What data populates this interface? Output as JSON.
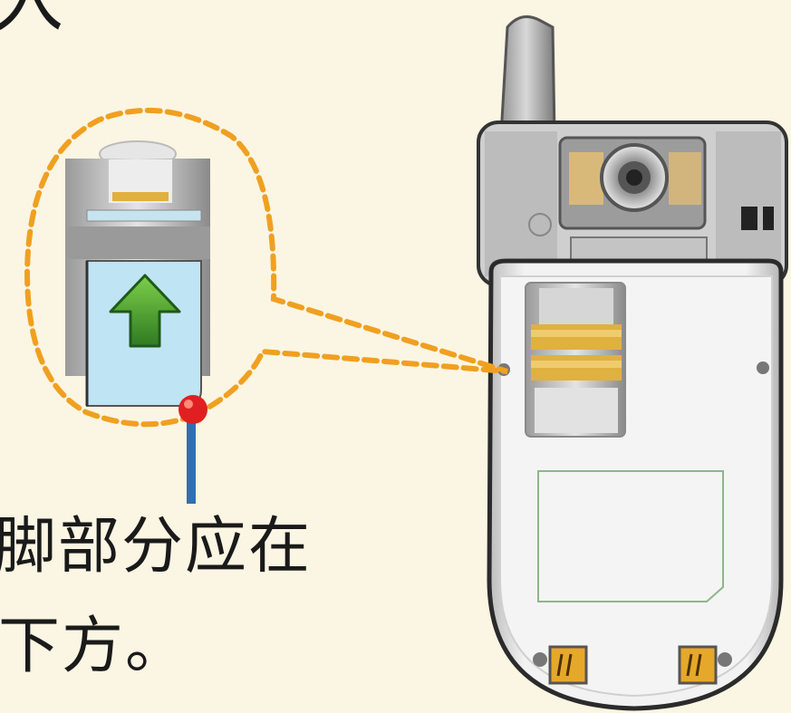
{
  "title_fragment": "入",
  "caption": {
    "line1": "脚部分应在",
    "line2": "下方。"
  },
  "colors": {
    "background": "#fbf5e3",
    "callout_dash": "#f0a020",
    "pointer_line": "#2f6fb3",
    "pointer_dot": "#e02020",
    "arrow_green": "#3aa030",
    "sim_card": "#bfe4f4",
    "gold_contact": "#d8a838",
    "phone_body": "#e8e8e8"
  },
  "icons": [
    "insert-direction-arrow-icon",
    "camera-lens-icon",
    "antenna-icon"
  ]
}
